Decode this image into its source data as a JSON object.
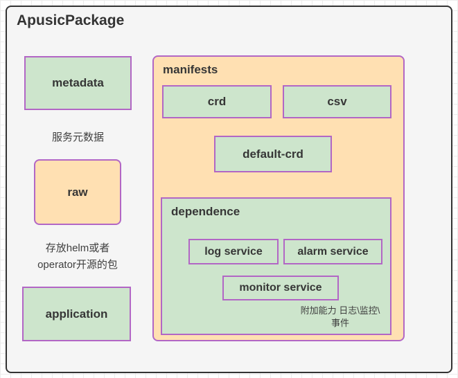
{
  "diagram": {
    "title": "ApusicPackage",
    "left_column": {
      "metadata_label": "metadata",
      "metadata_caption": "服务元数据",
      "raw_label": "raw",
      "raw_caption_line1": "存放helm或者",
      "raw_caption_line2": "operator开源的包",
      "application_label": "application"
    },
    "manifests": {
      "label": "manifests",
      "crd_label": "crd",
      "csv_label": "csv",
      "default_crd_label": "default-crd",
      "dependence": {
        "label": "dependence",
        "log_label": "log service",
        "alarm_label": "alarm service",
        "monitor_label": "monitor service",
        "note_line1": "附加能力 日志\\监控\\",
        "note_line2": "事件"
      }
    },
    "colors": {
      "green_fill": "#cde5cc",
      "orange_fill": "#ffe0b2",
      "purple_border": "#b266c5",
      "frame_fill": "#f5f5f5",
      "frame_border": "#333333",
      "text": "#363636"
    }
  }
}
